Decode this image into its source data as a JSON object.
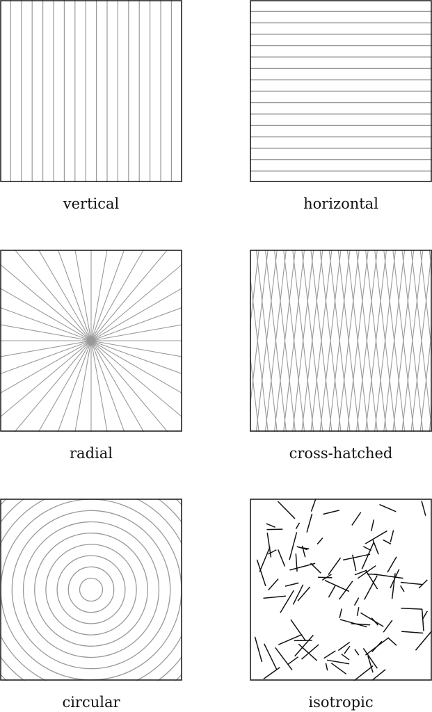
{
  "panels": [
    {
      "id": "vertical",
      "label": "vertical",
      "pattern": "vertical-lines"
    },
    {
      "id": "horizontal",
      "label": "horizontal",
      "pattern": "horizontal-lines"
    },
    {
      "id": "radial",
      "label": "radial",
      "pattern": "radial-lines"
    },
    {
      "id": "cross-hatched",
      "label": "cross-hatched",
      "pattern": "crossed-diagonal-lines"
    },
    {
      "id": "circular",
      "label": "circular",
      "pattern": "concentric-circles"
    },
    {
      "id": "isotropic",
      "label": "isotropic",
      "pattern": "random-short-segments"
    }
  ],
  "colors": {
    "frame": "#222222",
    "grey_lines": "#999999",
    "black_lines": "#111111"
  }
}
